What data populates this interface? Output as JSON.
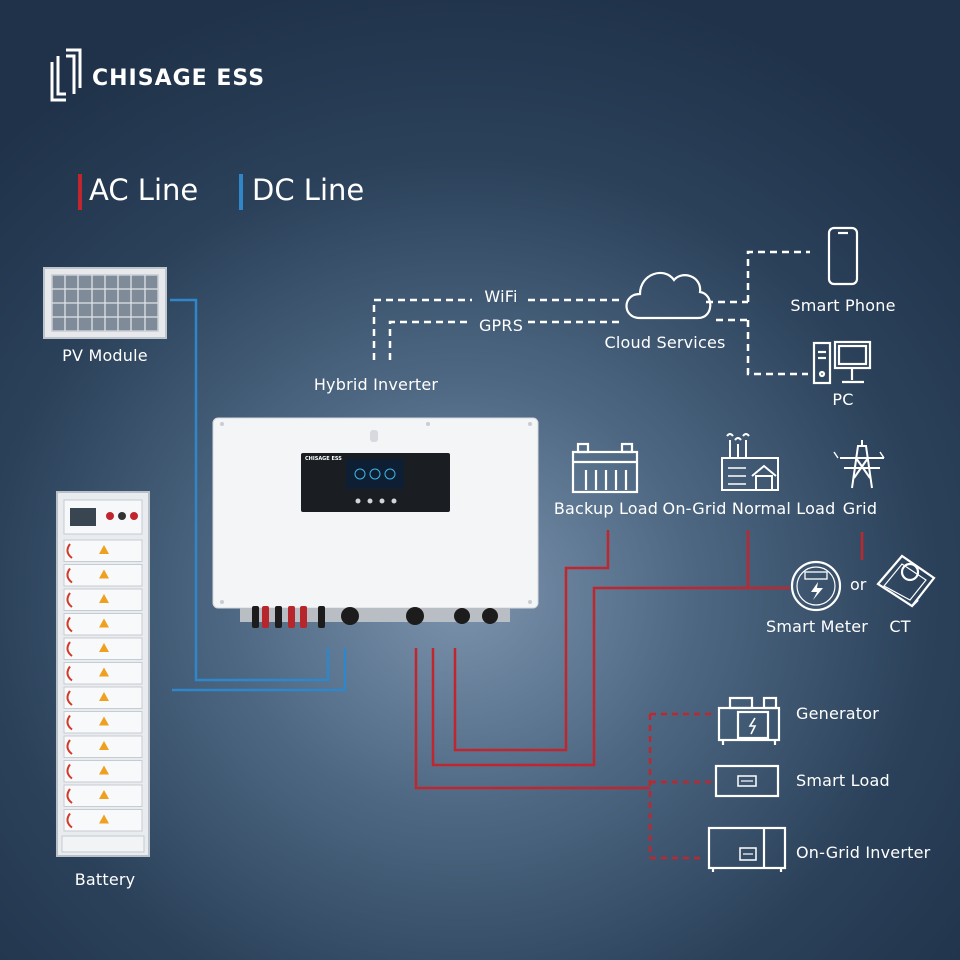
{
  "brand": {
    "name": "CHISAGE ESS"
  },
  "legend": [
    {
      "label": "AC Line",
      "color": "#c0262d"
    },
    {
      "label": "DC Line",
      "color": "#2f86c8"
    }
  ],
  "links": {
    "wifi": "WiFi",
    "gprs": "GPRS"
  },
  "components": {
    "pv": "PV Module",
    "battery": "Battery",
    "inverter": "Hybrid Inverter",
    "cloud": "Cloud Services",
    "phone": "Smart Phone",
    "pc": "PC",
    "backup": "Backup Load",
    "ongrid_load": "On-Grid Normal Load",
    "grid": "Grid",
    "meter": "Smart Meter",
    "or": "or",
    "ct": "CT",
    "generator": "Generator",
    "smart_load": "Smart Load",
    "ongrid_inverter": "On-Grid Inverter"
  },
  "inverter_screen_brand": "CHISAGE ESS",
  "colors": {
    "ac": "#c0262d",
    "dc": "#2f86c8",
    "link": "#ffffff"
  }
}
